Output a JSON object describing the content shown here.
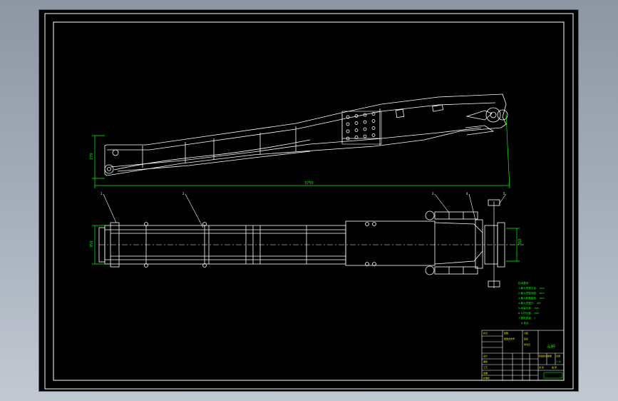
{
  "drawing": {
    "overall_length": "3750",
    "side_height": "270",
    "plan_width": "350",
    "end_width": "350"
  },
  "balloons": [
    "1",
    "2",
    "3",
    "4",
    "5"
  ],
  "notes": {
    "title": "技术要求",
    "lines": [
      "1.最大挖掘半径：  mm",
      "2.最大挖掘深度：  mm",
      "3.最大卸载高度：  mm",
      "4.最大挖掘力：  kN",
      "5.动臂长度：  mm",
      "6.斗杆长度：  mm",
      "7.整机质量：  t",
      "8.其余  ..."
    ]
  },
  "title_block": {
    "part_name": "斗杆",
    "company": "",
    "material": "",
    "scale": "1:10",
    "sheet": "1",
    "code": "",
    "labels": [
      "标记",
      "处数",
      "分区",
      "更改文件号",
      "签名",
      "年月日",
      "设计",
      "审核",
      "工艺",
      "批准",
      "标准化",
      "阶段标记",
      "重量",
      "比例",
      "共 张",
      "第 张"
    ]
  },
  "colors": {
    "background": "#000000",
    "geometry": "#ffffff",
    "dimension": "#00ff00",
    "border": "#ffffff"
  }
}
